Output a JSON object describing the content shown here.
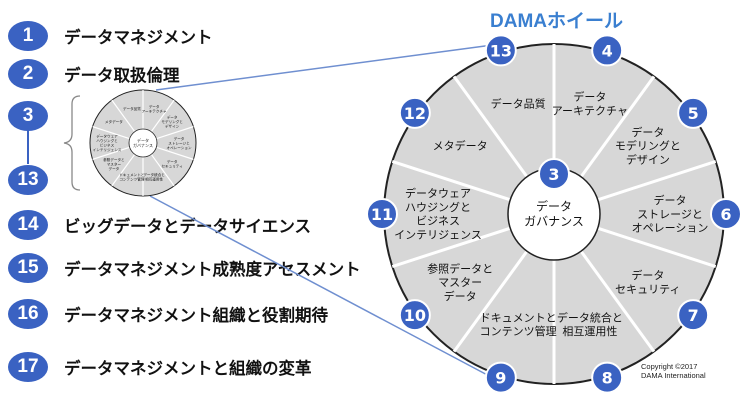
{
  "left_list": [
    {
      "number": "1",
      "label": "データマネジメント"
    },
    {
      "number": "2",
      "label": "データ取扱倫理"
    },
    {
      "number": "3",
      "label": ""
    },
    {
      "number": "13",
      "label": ""
    },
    {
      "number": "14",
      "label": "ビッグデータとデータサイエンス"
    },
    {
      "number": "15",
      "label": "データマネジメント成熟度アセスメント"
    },
    {
      "number": "16",
      "label": "データマネジメント組織と役割期待"
    },
    {
      "number": "17",
      "label": "データマネジメントと組織の変革"
    }
  ],
  "wheel": {
    "title": "DAMAホイール",
    "center_number": "3",
    "center_label": [
      "データ",
      "ガバナンス"
    ],
    "segments": [
      {
        "number": "4",
        "label": [
          "データ",
          "アーキテクチャ"
        ]
      },
      {
        "number": "5",
        "label": [
          "データ",
          "モデリングと",
          "デザイン"
        ]
      },
      {
        "number": "6",
        "label": [
          "データ",
          "ストレージと",
          "オペレーション"
        ]
      },
      {
        "number": "7",
        "label": [
          "データ",
          "セキュリティ"
        ]
      },
      {
        "number": "8",
        "label": [
          "データ統合と",
          "相互運用性"
        ]
      },
      {
        "number": "9",
        "label": [
          "ドキュメントと",
          "コンテンツ管理"
        ]
      },
      {
        "number": "10",
        "label": [
          "参照データと",
          "マスター",
          "データ"
        ]
      },
      {
        "number": "11",
        "label": [
          "データウェア",
          "ハウジングと",
          "ビジネス",
          "インテリジェンス"
        ]
      },
      {
        "number": "12",
        "label": [
          "メタデータ"
        ]
      },
      {
        "number": "13",
        "label": [
          "データ品質"
        ]
      }
    ],
    "copyright": [
      "Copyright ©2017",
      "DAMA International"
    ]
  },
  "colors": {
    "badge": "#3a62c2",
    "segment_fill": "#d7d7d7",
    "title": "#3a7fd0",
    "connector": "#6f8fd0"
  }
}
